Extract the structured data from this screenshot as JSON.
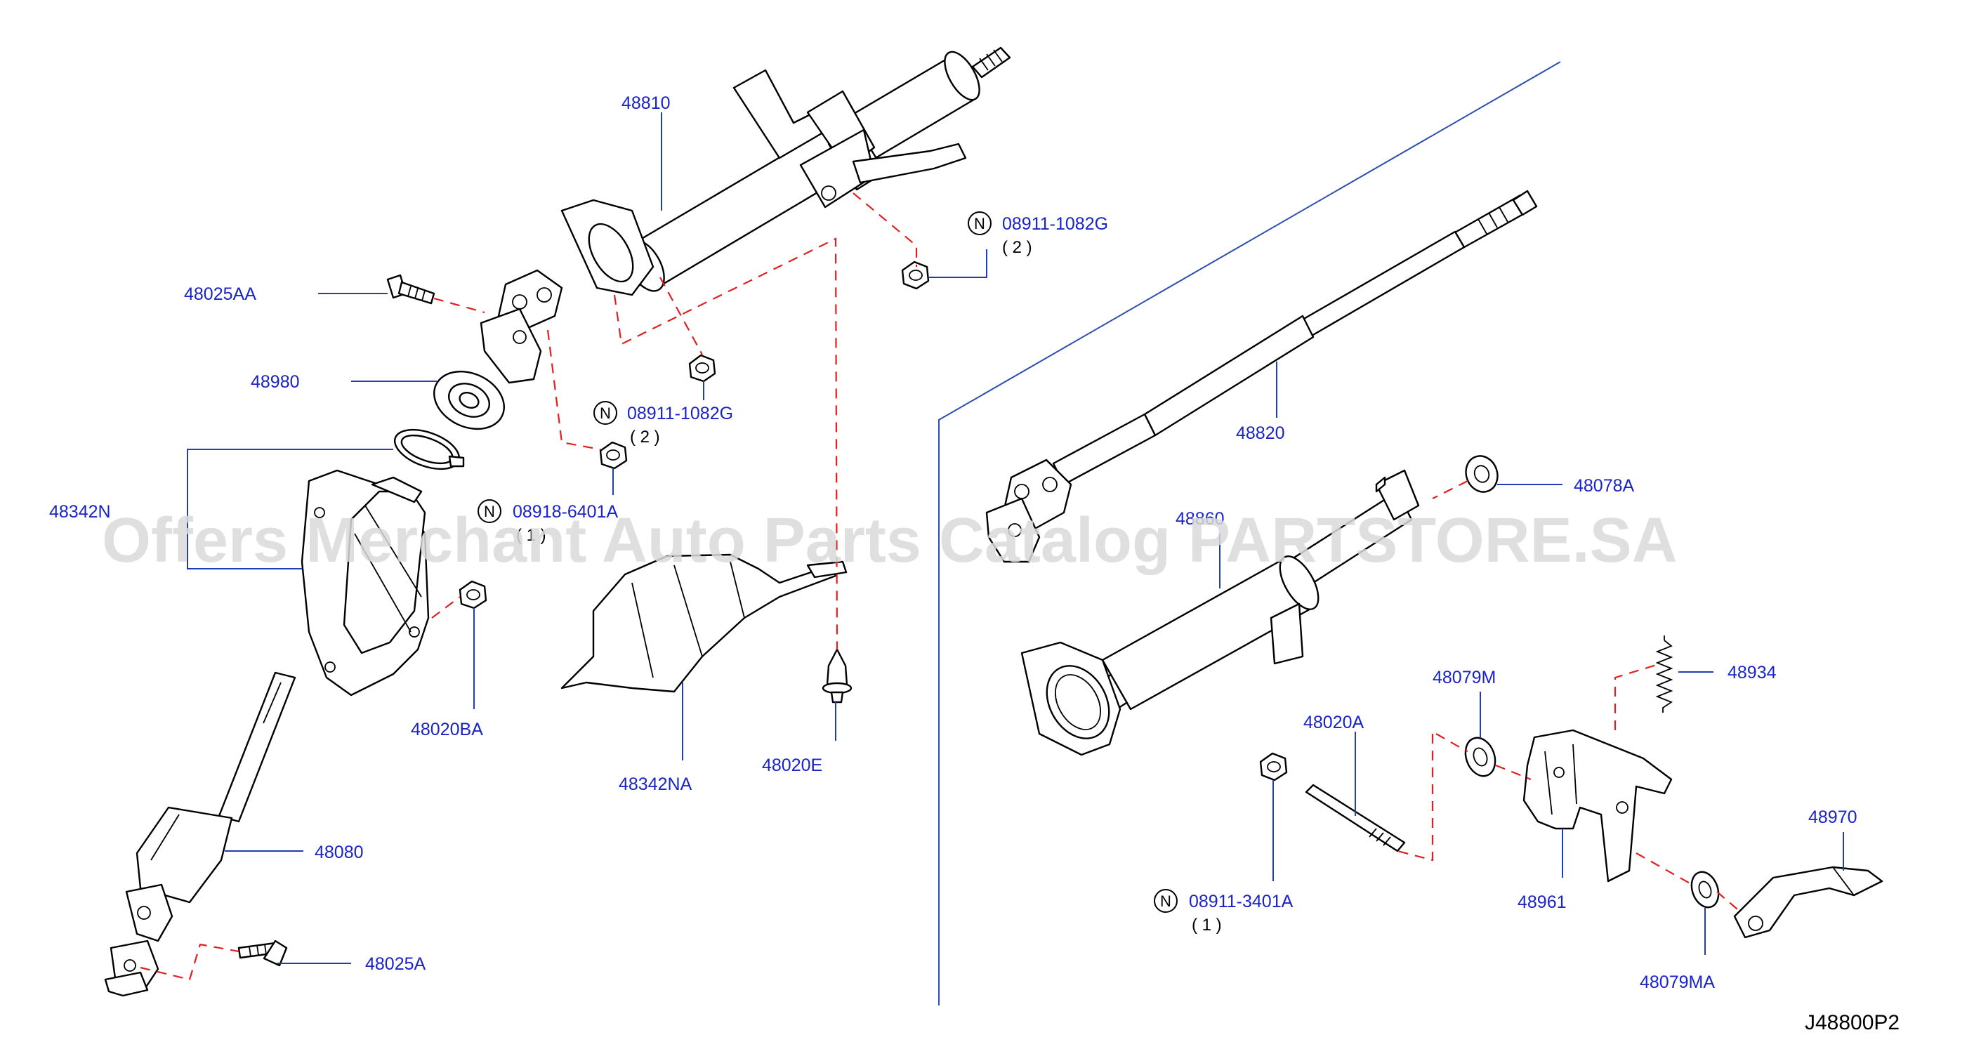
{
  "diagram_code": "J48800P2",
  "watermark": "Offers Merchant Auto Parts Catalog PARTSTORE.SA",
  "colors": {
    "label": "#1a23c8",
    "leader": "#1f3fb0",
    "dashed_link": "#e02020",
    "watermark": "#d9d9d9"
  },
  "labels": {
    "p48810": "48810",
    "p48025AA": "48025AA",
    "p48980": "48980",
    "p48342N": "48342N",
    "p48020BA": "48020BA",
    "p48342NA": "48342NA",
    "p48020E": "48020E",
    "p48080": "48080",
    "p48025A": "48025A",
    "p48820": "48820",
    "p48078A": "48078A",
    "p48860": "48860",
    "p48079M": "48079M",
    "p48934": "48934",
    "p48020A": "48020A",
    "p48970": "48970",
    "p48961": "48961",
    "p48079MA": "48079MA"
  },
  "nuts": {
    "n1": {
      "symbol": "N",
      "code": "08911-1082G",
      "qty": "( 2 )"
    },
    "n2": {
      "symbol": "N",
      "code": "08911-1082G",
      "qty": "( 2 )"
    },
    "n3": {
      "symbol": "N",
      "code": "08918-6401A",
      "qty": "( 1 )"
    },
    "n4": {
      "symbol": "N",
      "code": "08911-3401A",
      "qty": "( 1 )"
    }
  }
}
